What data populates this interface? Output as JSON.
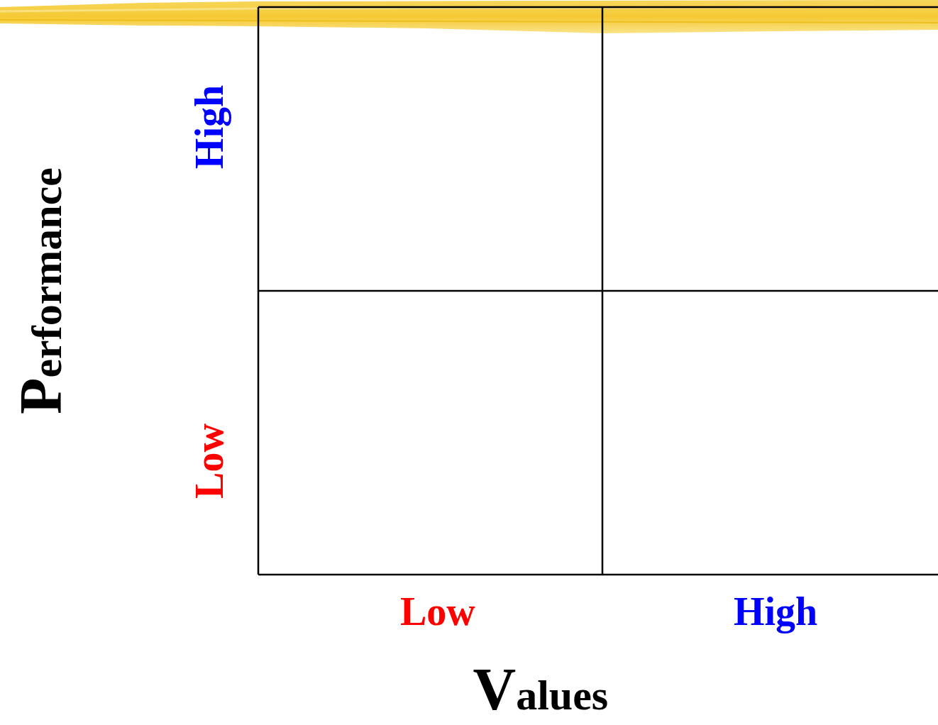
{
  "diagram": {
    "labels": [
      "Performance",
      "High",
      "Low",
      "Low",
      "High",
      "Values"
    ]
  }
}
